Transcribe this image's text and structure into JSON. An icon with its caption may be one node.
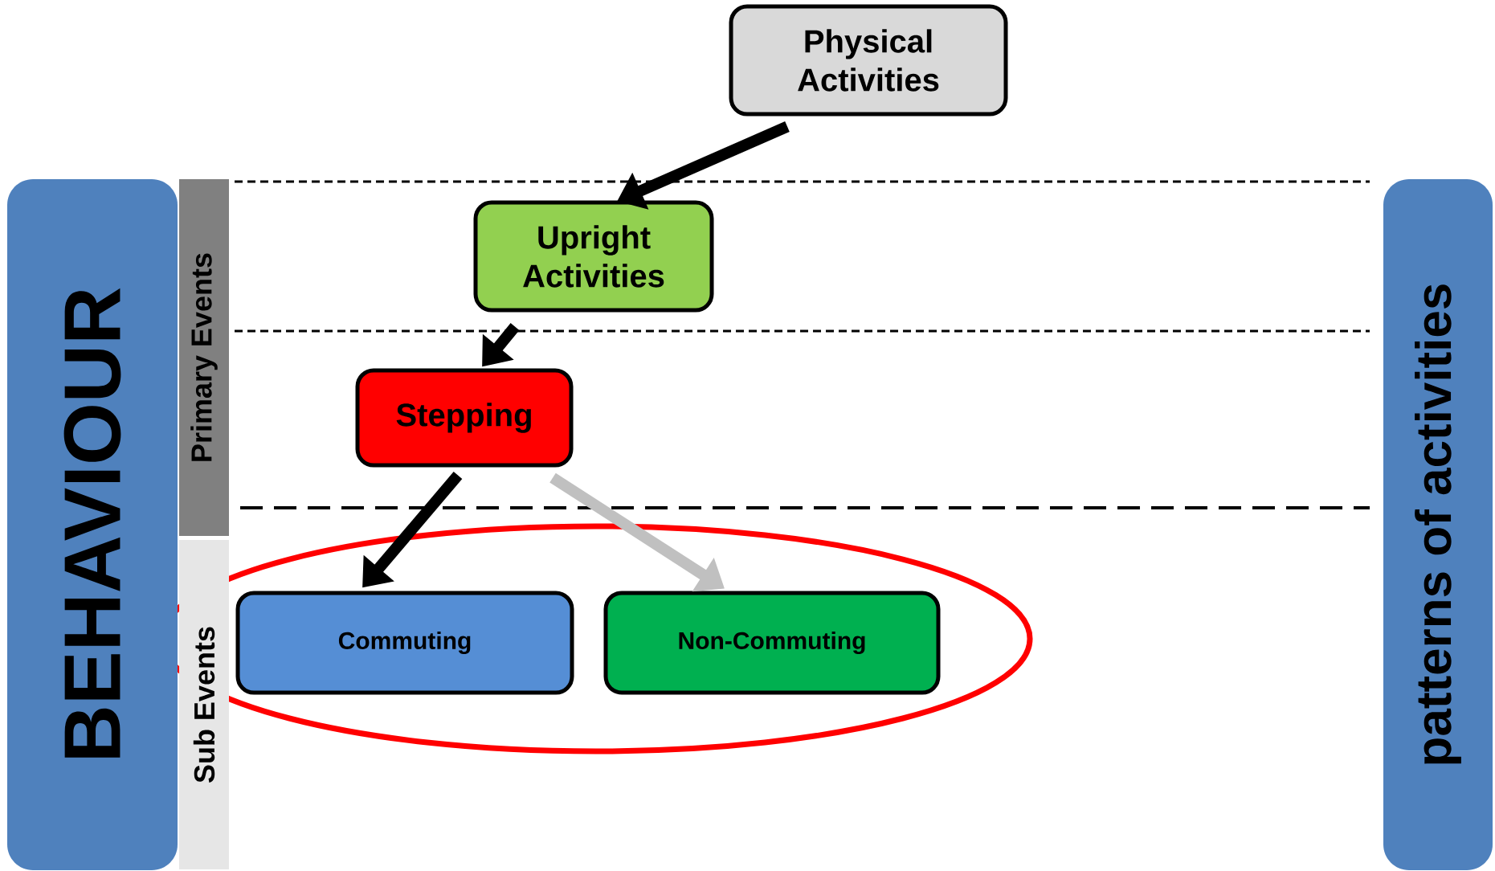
{
  "diagram": {
    "nodes": [
      {
        "text": [
          "Physical Activities"
        ]
      },
      {
        "text": [
          "BEHAVIOUR"
        ]
      },
      {
        "text": [
          "Primary Events"
        ]
      },
      {
        "text": [
          "Sub Events"
        ]
      },
      {
        "text": [
          "patterns of activities"
        ]
      },
      {
        "text": [
          "Upright Activities"
        ]
      },
      {
        "text": [
          "Stepping"
        ]
      },
      {
        "text": [
          "Commuting"
        ]
      },
      {
        "text": [
          "Non-Commuting"
        ]
      }
    ],
    "edges": [
      {
        "from": 0,
        "to": 5,
        "arrow": "to"
      },
      {
        "from": 5,
        "to": 6,
        "arrow": "to"
      },
      {
        "from": 6,
        "to": 7,
        "arrow": "to"
      },
      {
        "from": 6,
        "to": 8,
        "arrow": "to",
        "color": "#c0c0c0"
      }
    ]
  }
}
